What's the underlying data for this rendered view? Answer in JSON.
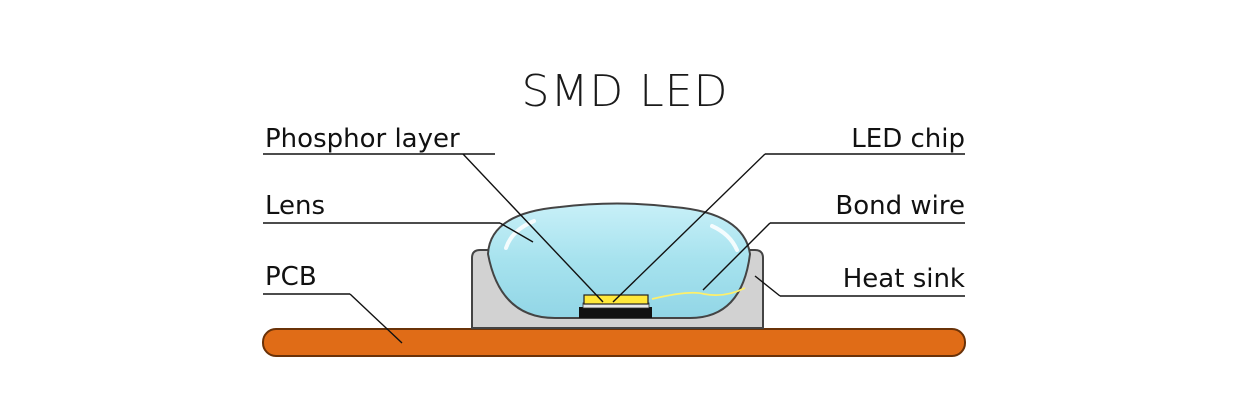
{
  "title": "SMD LED",
  "labels": {
    "phosphor_layer": "Phosphor layer",
    "lens": "Lens",
    "pcb": "PCB",
    "led_chip": "LED chip",
    "bond_wire": "Bond wire",
    "heat_sink": "Heat sink"
  },
  "colors": {
    "pcb": "#e06c17",
    "pcb_stroke": "#6a3208",
    "heat_sink": "#d2d2d2",
    "lens": "#a8e3ef",
    "phosphor": "#ffe83a",
    "chip": "#111111",
    "bond_wire": "#fff06a",
    "line": "#111111"
  }
}
